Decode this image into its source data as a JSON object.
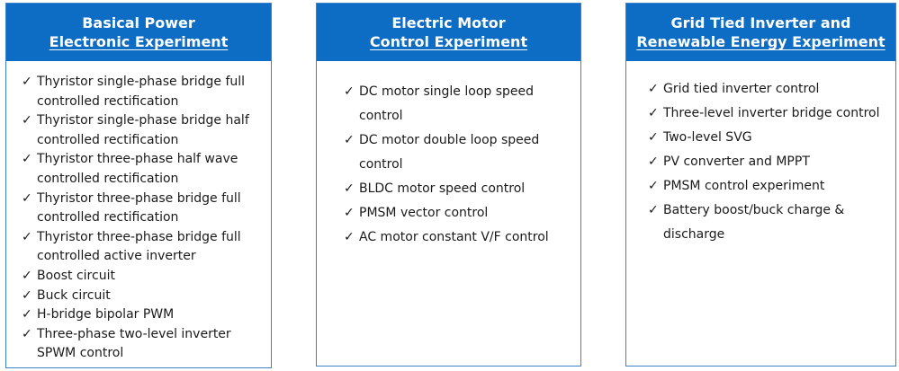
{
  "panels": [
    {
      "title_lines": [
        "Basical Power",
        "Electronic Experiment"
      ],
      "items": [
        "Thyristor single-phase bridge full controlled rectification",
        "Thyristor single-phase bridge half controlled rectification",
        "Thyristor three-phase half wave controlled rectification",
        "Thyristor three-phase bridge full controlled rectification",
        "Thyristor three-phase bridge full controlled active inverter",
        "Boost circuit",
        "Buck circuit",
        "H-bridge bipolar PWM",
        "Three-phase two-level inverter SPWM control"
      ]
    },
    {
      "title_lines": [
        "Electric Motor",
        "Control Experiment"
      ],
      "items": [
        "DC motor single loop speed control",
        "DC motor double loop speed control",
        "BLDC motor speed control",
        "PMSM vector control",
        "AC motor constant V/F control"
      ]
    },
    {
      "title_lines": [
        "Grid Tied Inverter and",
        "Renewable Energy Experiment"
      ],
      "items": [
        "Grid tied inverter control",
        "Three-level inverter bridge control",
        "Two-level SVG",
        "PV converter and MPPT",
        "PMSM control experiment",
        "Battery boost/buck charge & discharge"
      ]
    }
  ],
  "check_glyph": "✓",
  "colors": {
    "header_bg": "#0d6cc4",
    "border": "#3f82c8",
    "text": "#1a1a1a"
  }
}
